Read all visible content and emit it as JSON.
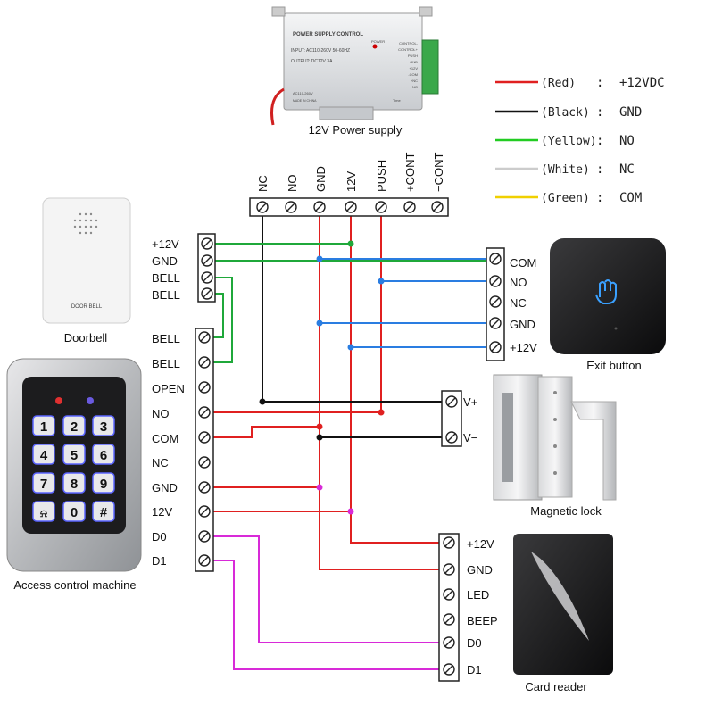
{
  "devices": {
    "power_supply": {
      "caption": "12V Power supply",
      "header": "POWER SUPPLY CONTROL",
      "input": "INPUT: AC110-260V 50-60HZ",
      "output": "OUTPUT: DC12V 3A",
      "power_led": "POWER",
      "ac_label": "AC110-260V",
      "made_in": "MADE IN CHINA",
      "time_label": "Time",
      "side_terminals": [
        "CONTROL-",
        "CONTROL+",
        "PUSH",
        "GND",
        "+12V",
        "-COM",
        "+NC",
        "+NO"
      ],
      "terminals": [
        "NC",
        "NO",
        "GND",
        "12V",
        "PUSH",
        "+CONT",
        "−CONT"
      ]
    },
    "doorbell": {
      "caption": "Doorbell",
      "badge": "DOOR BELL",
      "terminals": [
        "+12V",
        "GND",
        "BELL",
        "BELL"
      ]
    },
    "access_control": {
      "caption": "Access control machine",
      "terminals": [
        "BELL",
        "BELL",
        "OPEN",
        "NO",
        "COM",
        "NC",
        "GND",
        "12V",
        "D0",
        "D1"
      ],
      "keys": [
        "1",
        "2",
        "3",
        "4",
        "5",
        "6",
        "7",
        "8",
        "9",
        "⍾",
        "0",
        "#"
      ]
    },
    "exit_button": {
      "caption": "Exit button",
      "terminals": [
        "COM",
        "NO",
        "NC",
        "GND",
        "+12V"
      ]
    },
    "magnetic_lock": {
      "caption": "Magnetic lock",
      "terminals": [
        "V+",
        "V−"
      ]
    },
    "card_reader": {
      "caption": "Card reader",
      "terminals": [
        "+12V",
        "GND",
        "LED",
        "BEEP",
        "D0",
        "D1"
      ]
    }
  },
  "legend": [
    {
      "name": "(Red)",
      "value": "+12VDC",
      "color": "#e02020"
    },
    {
      "name": "(Black)",
      "value": "GND",
      "color": "#111111"
    },
    {
      "name": "(Yellow)",
      "value": "NO",
      "color": "#22cc22"
    },
    {
      "name": "(White)",
      "value": "NC",
      "color": "#cccccc"
    },
    {
      "name": "(Green)",
      "value": "COM",
      "color": "#f0d000"
    }
  ],
  "wire_colors": {
    "red": "#e02020",
    "black": "#111111",
    "green": "#1fa83a",
    "blue": "#2a7de1",
    "magenta": "#d82ad8"
  }
}
